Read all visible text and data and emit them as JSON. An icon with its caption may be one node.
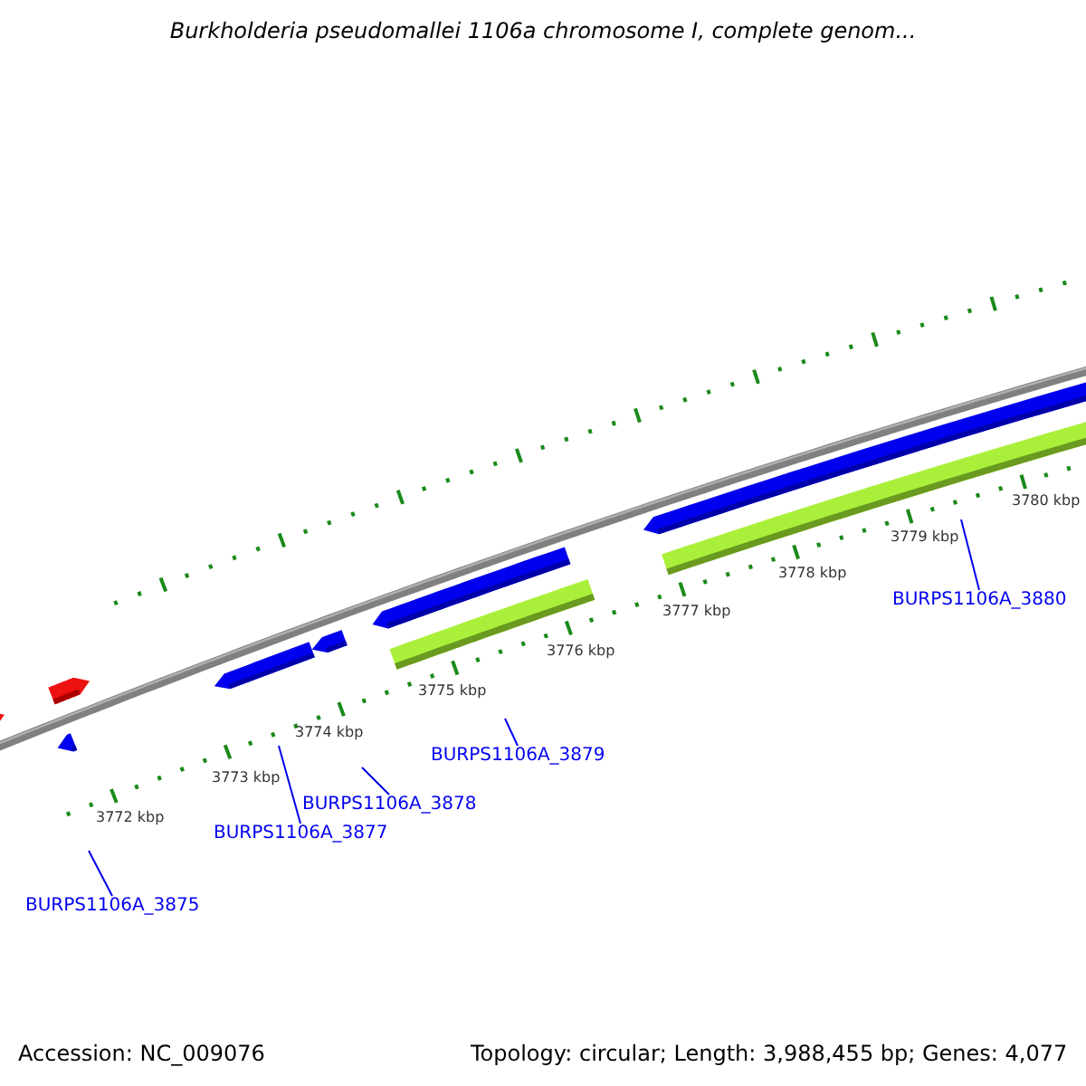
{
  "diagram": {
    "title": "Burkholderia pseudomallei 1106a chromosome I, complete genom...",
    "nodes": [
      {
        "text": [
          "BURPS1106A_3875"
        ]
      },
      {
        "text": [
          "BURPS1106A_3877"
        ]
      },
      {
        "text": [
          "BURPS1106A_3878"
        ]
      },
      {
        "text": [
          "BURPS1106A_3879"
        ]
      },
      {
        "text": [
          "BURPS1106A_3880"
        ]
      }
    ],
    "edges": [
      {
        "from": 0,
        "to": null,
        "arrow": "none"
      },
      {
        "from": 1,
        "to": null,
        "arrow": "none"
      },
      {
        "from": 2,
        "to": null,
        "arrow": "none"
      },
      {
        "from": 3,
        "to": null,
        "arrow": "none"
      },
      {
        "from": 4,
        "to": null,
        "arrow": "none"
      }
    ],
    "labels": [
      "3780 kbp",
      "3779 kbp",
      "3778 kbp",
      "3777 kbp",
      "3776 kbp",
      "3775 kbp",
      "3774 kbp",
      "3773 kbp",
      "3772 kbp",
      "Accession: NC_009076",
      "Topology: circular; Length: 3,988,455 bp; Genes: 4,077"
    ]
  }
}
